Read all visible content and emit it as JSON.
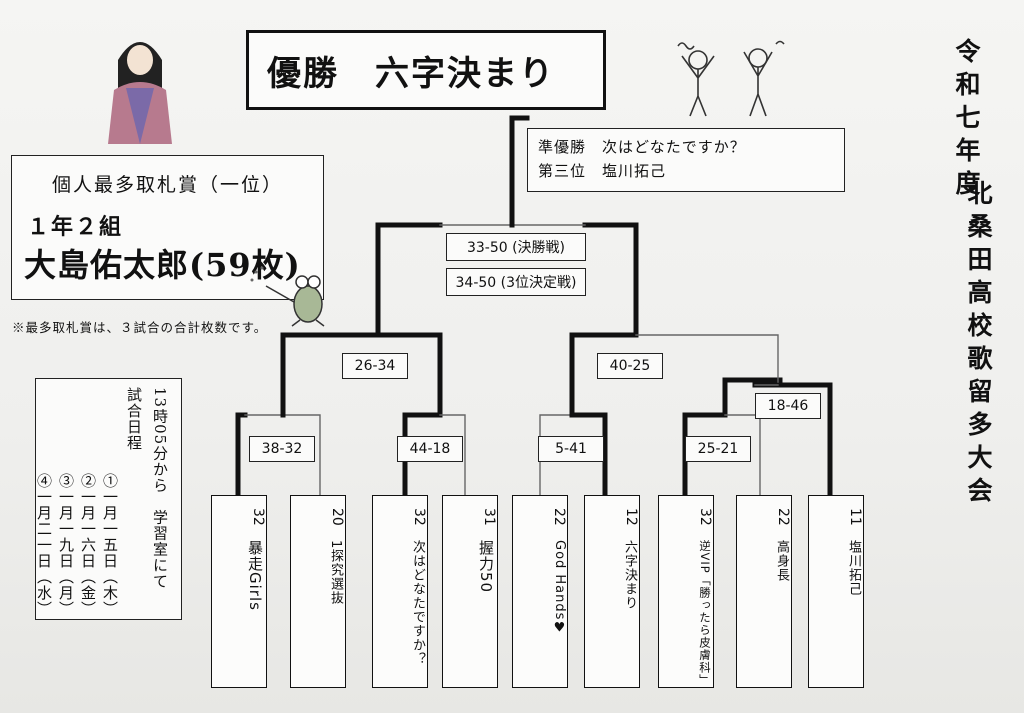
{
  "title": "優勝　六字決まり",
  "runner_up": "準優勝　次はどなたですか？",
  "third_place": "第三位　塩川拓己",
  "award": {
    "heading": "個人最多取札賞（一位）",
    "class": "１年２組",
    "winner": "大島佑太郎(59枚)"
  },
  "note": "※最多取札賞は、３試合の合計枚数です。",
  "schedule": {
    "time": "13時05分から　学習室にて",
    "heading": "試合日程",
    "days": [
      "①一月一五日（木）",
      "②一月一六日（金）",
      "③一月一九日（月）",
      "④一月二一日（水）"
    ]
  },
  "event_title_1": "令和七年度",
  "event_title_2": "北桑田高校歌留多大会",
  "scores": {
    "final": "33-50 (決勝戦)",
    "third": "34-50 (3位決定戦)",
    "semi_left": "26-34",
    "semi_right": "40-25",
    "qf_right": "18-46",
    "r1": "38-32",
    "r2": "44-18",
    "r3": "5-41",
    "r4": "25-21"
  },
  "teams": [
    {
      "num": "32",
      "name": "暴走Girls"
    },
    {
      "num": "20",
      "name": "1探究選抜"
    },
    {
      "num": "32",
      "name": "次はどなたですか？"
    },
    {
      "num": "31",
      "name": "握力50"
    },
    {
      "num": "22",
      "name": "God Hands♥"
    },
    {
      "num": "12",
      "name": "六字決まり"
    },
    {
      "num": "32",
      "name": "逆VIP「勝ったら皮膚科」"
    },
    {
      "num": "22",
      "name": "高身長"
    },
    {
      "num": "11",
      "name": "塩川拓己"
    }
  ],
  "colors": {
    "line": "#111111",
    "thin": "#555555",
    "paper": "#f3f3f1"
  }
}
